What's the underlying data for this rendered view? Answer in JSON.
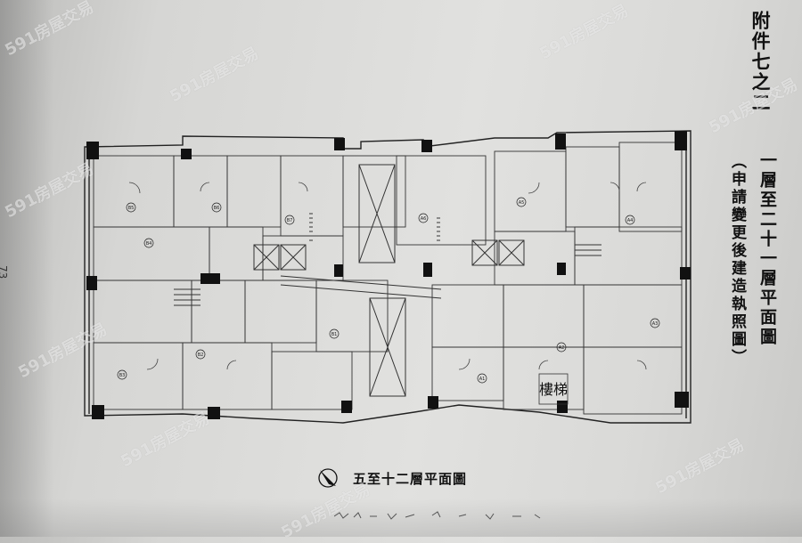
{
  "header": {
    "attachment_label": "附件七之二",
    "floors_title": "一層至二十一層平面圖",
    "subtitle": "（申請變更後建造執照圖）"
  },
  "page_number": "73",
  "caption": "五至十二層平面圖",
  "unit_labels": [
    "B5",
    "B6",
    "B7",
    "A6",
    "A5",
    "A4",
    "B4",
    "B3",
    "B2",
    "B1",
    "A1",
    "A2",
    "A3"
  ],
  "stamp_text": "樓梯",
  "watermark": "591房屋交易",
  "colors": {
    "paper": "#dcdcda",
    "ink": "#1a1a1a",
    "watermark": "#ffffff"
  }
}
